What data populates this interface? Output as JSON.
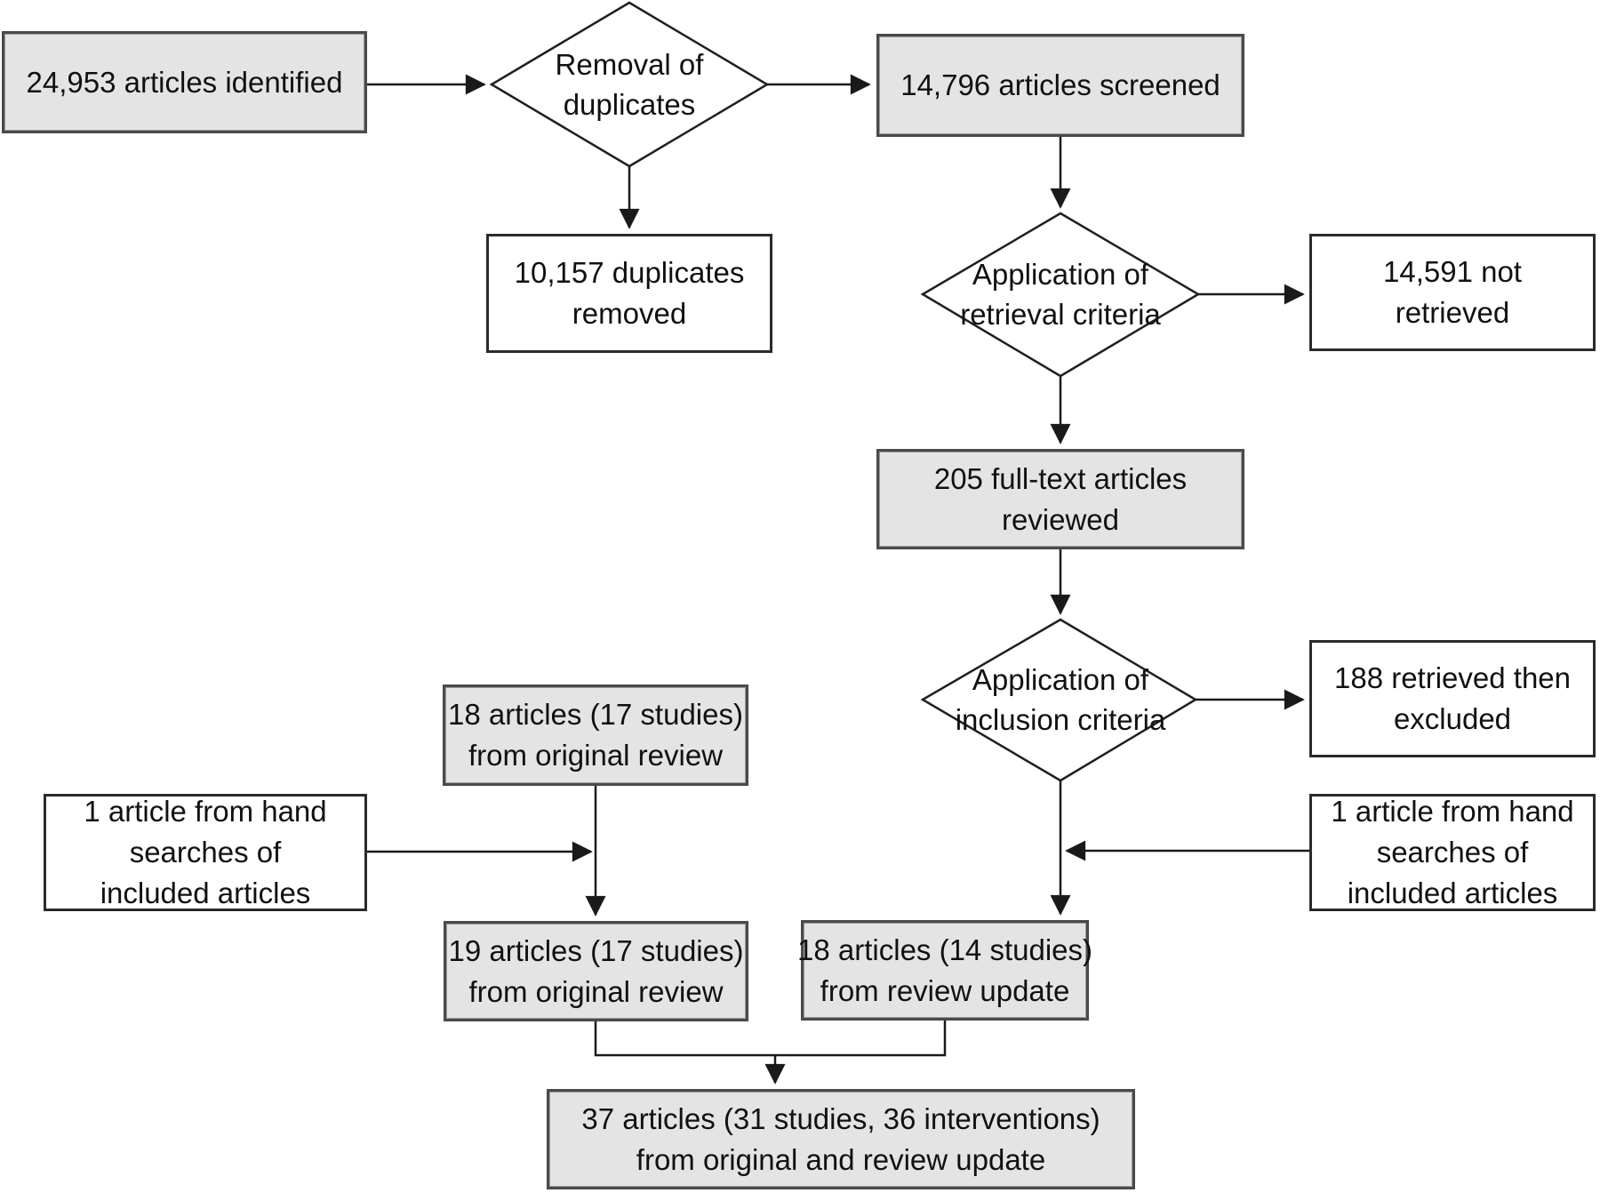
{
  "diagram_type": "flowchart",
  "title": "Article selection flow diagram (systematic review and update)",
  "colors": {
    "process_box_fill": "#e4e4e4",
    "plain_box_fill": "#ffffff",
    "box_border": "#2b2b2b",
    "line_color": "#1a1a1a",
    "text_color": "#111111",
    "background": "#ffffff"
  },
  "nodes": {
    "identified": {
      "shape": "rect-gray",
      "lines": [
        "24,953 articles identified"
      ]
    },
    "removal_duplicates": {
      "shape": "diamond",
      "lines": [
        "Removal of",
        "duplicates"
      ]
    },
    "screened": {
      "shape": "rect-gray",
      "lines": [
        "14,796 articles screened"
      ]
    },
    "duplicates_removed": {
      "shape": "rect-white",
      "lines": [
        "10,157 duplicates",
        "removed"
      ]
    },
    "retrieval_criteria": {
      "shape": "diamond",
      "lines": [
        "Application of",
        "retrieval criteria"
      ]
    },
    "not_retrieved": {
      "shape": "rect-white",
      "lines": [
        "14,591 not",
        "retrieved"
      ]
    },
    "fulltext_reviewed": {
      "shape": "rect-gray",
      "lines": [
        "205 full-text articles",
        "reviewed"
      ]
    },
    "inclusion_criteria": {
      "shape": "diamond",
      "lines": [
        "Application of",
        "inclusion criteria"
      ]
    },
    "retrieved_excluded": {
      "shape": "rect-white",
      "lines": [
        "188 retrieved then",
        "excluded"
      ]
    },
    "original_18": {
      "shape": "rect-gray",
      "lines": [
        "18 articles (17 studies)",
        "from original review"
      ]
    },
    "hand_search_left": {
      "shape": "rect-white",
      "lines": [
        "1 article from hand",
        "searches of",
        "included articles"
      ]
    },
    "hand_search_right": {
      "shape": "rect-white",
      "lines": [
        "1 article from hand",
        "searches of",
        "included articles"
      ]
    },
    "original_19": {
      "shape": "rect-gray",
      "lines": [
        "19 articles (17 studies)",
        "from original review"
      ]
    },
    "update_18": {
      "shape": "rect-gray",
      "lines": [
        "18 articles (14 studies)",
        "from review update"
      ]
    },
    "total_37": {
      "shape": "rect-gray",
      "lines": [
        "37 articles (31 studies, 36 interventions)",
        "from original and review update"
      ]
    }
  },
  "edges": [
    "identified -> removal_duplicates",
    "removal_duplicates -> screened",
    "removal_duplicates -> duplicates_removed",
    "screened -> retrieval_criteria",
    "retrieval_criteria -> not_retrieved",
    "retrieval_criteria -> fulltext_reviewed",
    "fulltext_reviewed -> inclusion_criteria",
    "inclusion_criteria -> retrieved_excluded",
    "inclusion_criteria -> update_18",
    "hand_search_right -> update_18 (joins vertical line)",
    "original_18 -> original_19",
    "hand_search_left -> original_19 (joins vertical line)",
    "original_19 + update_18 -> total_37"
  ]
}
